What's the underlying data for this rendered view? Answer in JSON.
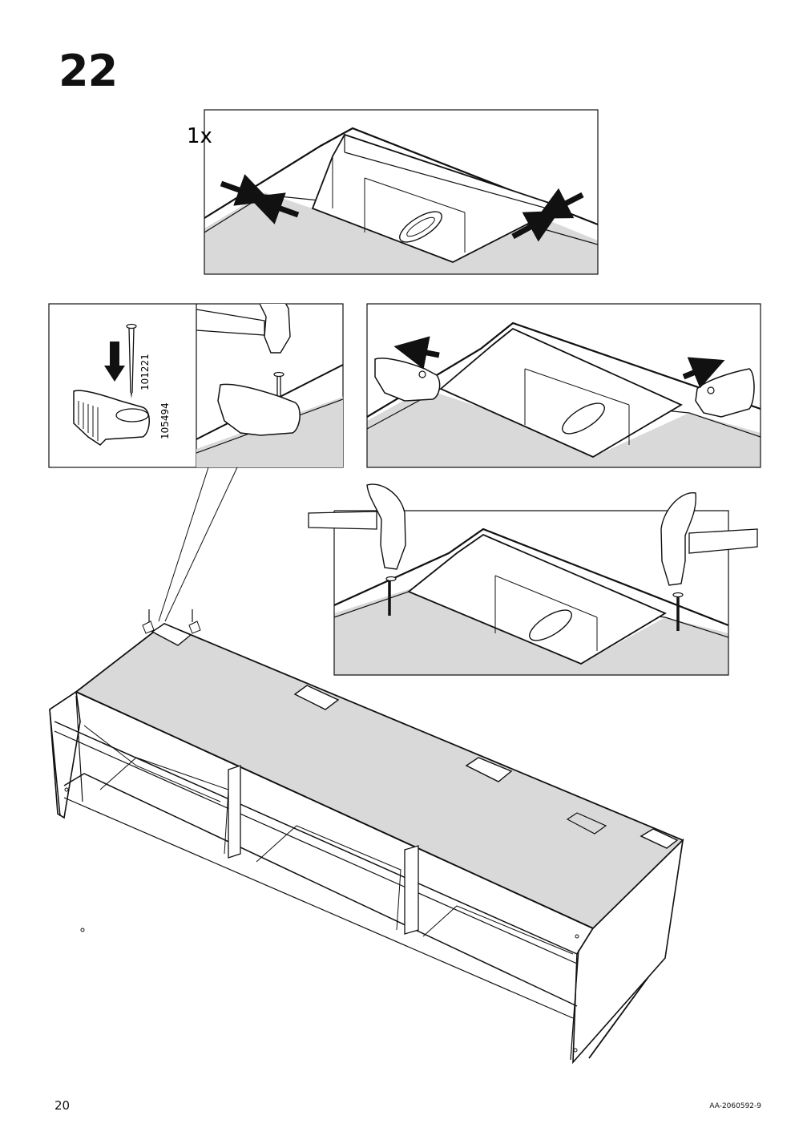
{
  "step": {
    "number": "22"
  },
  "panel_top": {
    "quantity": "1x"
  },
  "panel_parts": {
    "nail_part_no": "101221",
    "bracket_part_no": "105494"
  },
  "footer": {
    "page_number": "20",
    "doc_code": "AA-2060592-9"
  }
}
